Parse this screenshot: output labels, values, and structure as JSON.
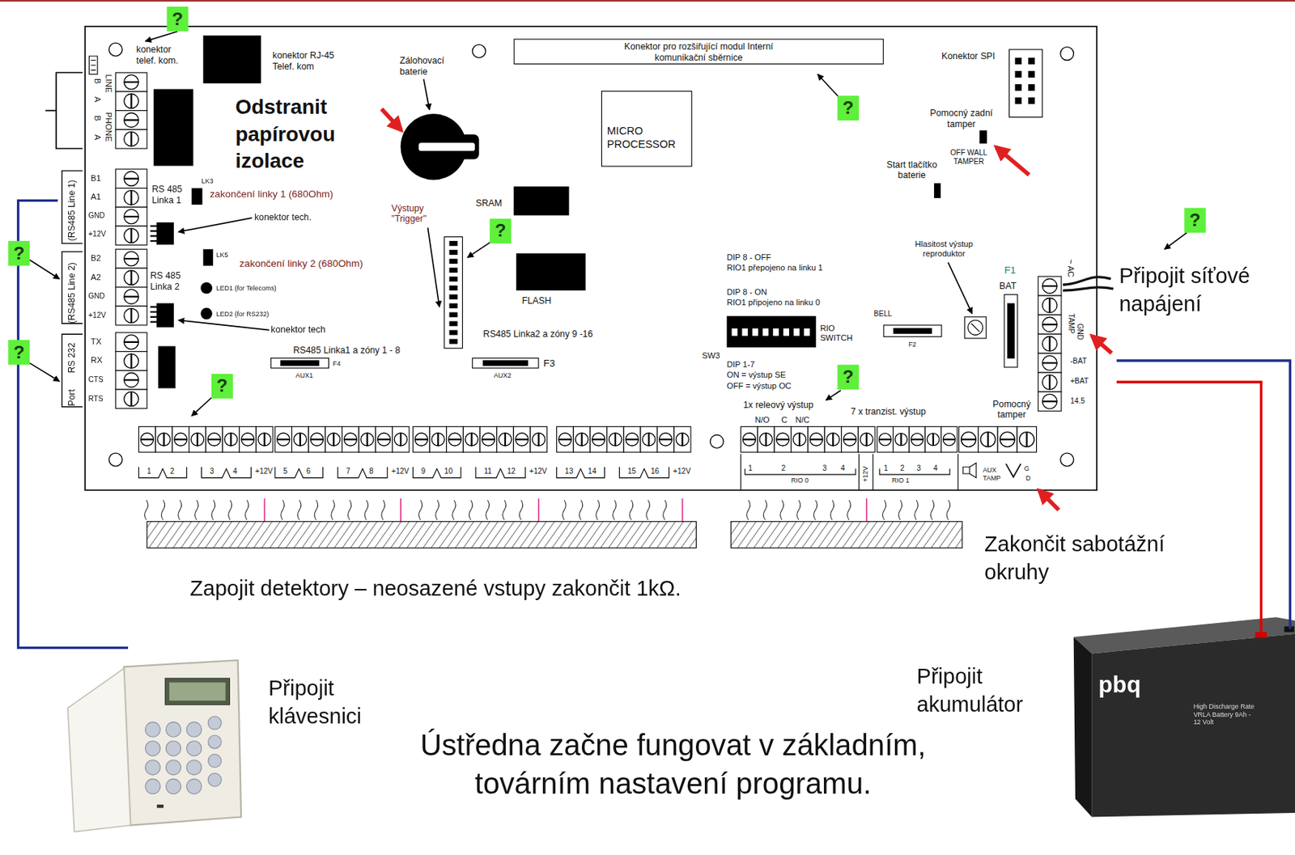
{
  "diagram": {
    "nodes": [
      {
        "text": [
          "MICRO PROCESSOR"
        ]
      },
      {
        "text": [
          "Konektor pro rozšiřující modul Interní komunikační sběrnice"
        ]
      },
      {
        "text": [
          "?"
        ]
      },
      {
        "text": [
          "?"
        ]
      },
      {
        "text": [
          "?"
        ]
      },
      {
        "text": [
          "?"
        ]
      },
      {
        "text": [
          "?"
        ]
      },
      {
        "text": [
          "?"
        ]
      },
      {
        "text": [
          "?"
        ]
      },
      {
        "text": [
          "?"
        ]
      }
    ],
    "labels": [
      "konektor telef. kom.",
      "konektor RJ-45 Telef. kom",
      "LINE",
      "B",
      "A",
      "PHONE",
      "B",
      "A",
      "Zálohovací baterie",
      "Odstranit papírovou izolace",
      "Konektor SPI",
      "Pomocný zadní tamper",
      "OFF WALL TAMPER",
      "Start tlačítko baterie",
      "SRAM",
      "FLASH",
      "Výstupy \"Trigger\"",
      "(RS485 Line 1)",
      "B1",
      "A1",
      "GND",
      "+12V",
      "RS 485 Linka 1",
      "LK3",
      "zakončení linky 1 (680Ohm)",
      "konektor tech.",
      "(RS485 Line 2)",
      "B2",
      "A2",
      "GND",
      "+12V",
      "RS 485 Linka 2",
      "LK5",
      "zakončení linky 2 (680Ohm)",
      "LED1 (for Telecoms)",
      "LED2 (for RS232)",
      "konektor tech",
      "RS 232",
      "Port",
      "TX",
      "RX",
      "CTS",
      "RTS",
      "RS485 Linka1 a zóny 1 - 8",
      "F4",
      "AUX1",
      "RS485 Linka2 a zóny 9 -16",
      "F3",
      "AUX2",
      "DIP 8 - OFF",
      "RIO1 přepojeno na linku 1",
      "DIP 8 - ON",
      "RIO1 připojeno na linku 0",
      "RIO SWITCH",
      "SW3",
      "DIP 1-7",
      "ON = výstup SE",
      "OFF = výstup OC",
      "Hlasitost výstup reproduktor",
      "F1",
      "BAT",
      "BELL",
      "F2",
      "~ AC",
      "TAMP",
      "GND",
      "-BAT",
      "+BAT",
      "14.5",
      "Pomocný tamper",
      "1x releový výstup",
      "7 x tranzist. výstup",
      "N/O",
      "C",
      "N/C",
      "1",
      "2",
      "3",
      "4",
      "+12V",
      "5",
      "6",
      "7",
      "8",
      "+12V",
      "9",
      "10",
      "11",
      "12",
      "+12V",
      "13",
      "14",
      "15",
      "16",
      "+12V",
      "1",
      "2",
      "3",
      "4",
      "+12V",
      "RIO 0",
      "1",
      "2",
      "3",
      "4",
      "RIO 1",
      "AUX TAMP",
      "G",
      "D",
      "Připojit síťové napájení",
      "Zapojit detektory – neosazené vstupy zakončit 1kΩ.",
      "Zakončit sabotážní okruhy",
      "Připojit klávesnici",
      "Připojit akumulátor",
      "Ústředna začne fungovat v základním, továrním nastavení programu.",
      "pbq",
      "High Discharge Rate VRLA Battery 9Ah - 12 Volt"
    ]
  }
}
